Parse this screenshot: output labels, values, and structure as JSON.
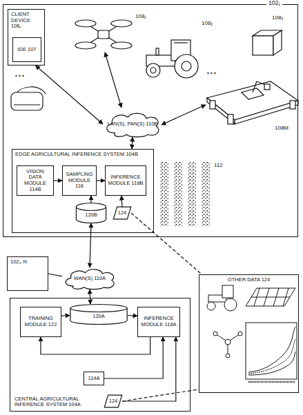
{
  "diagram": {
    "nodes": [
      {
        "text": [
          "102₁"
        ]
      },
      {
        "text": [
          "CLIENT DEVICE 106₁"
        ],
        "in": 0
      },
      {
        "text": [
          "IDE 107"
        ],
        "in": 1
      },
      {
        "text": [
          "LAN(S), PAN(S) 110B"
        ],
        "in": 0
      },
      {
        "text": [
          "EDGE AGRICULTURAL INFERENCE SYSTEM 104B"
        ],
        "in": 0
      },
      {
        "text": [
          "VISION DATA MODULE 114B"
        ],
        "in": 4
      },
      {
        "text": [
          "SAMPLING MODULE 116"
        ],
        "in": 4
      },
      {
        "text": [
          "INFERENCE MODULE 118B"
        ],
        "in": 4
      },
      {
        "text": [
          "120B"
        ],
        "in": 4
      },
      {
        "text": [
          "124"
        ],
        "in": 4
      },
      {
        "text": [
          "102₂₋N"
        ]
      },
      {
        "text": [
          "WAN(S) 110A"
        ]
      },
      {
        "text": [
          "CENTRAL AGRICULTURAL INFERENCE SYSTEM 104A"
        ]
      },
      {
        "text": [
          "TRAINING MODULE 122"
        ],
        "in": 12
      },
      {
        "text": [
          "120A"
        ],
        "in": 12
      },
      {
        "text": [
          "INFERENCE MODULE 118A"
        ],
        "in": 12
      },
      {
        "text": [
          "114A"
        ],
        "in": 12
      },
      {
        "text": [
          "124"
        ],
        "in": 12
      },
      {
        "text": [
          "OTHER DATA 124"
        ]
      }
    ],
    "edges": [
      {
        "from": 1,
        "to": 3,
        "arrow": "both"
      },
      {
        "from": 3,
        "to": 4,
        "arrow": "both"
      },
      {
        "from": 8,
        "to": 11,
        "arrow": "both"
      },
      {
        "from": 10,
        "to": 11,
        "arrow": "none"
      },
      {
        "from": 11,
        "to": 14,
        "arrow": "both"
      },
      {
        "from": 5,
        "to": 6,
        "arrow": "to"
      },
      {
        "from": 6,
        "to": 7,
        "arrow": "to"
      },
      {
        "from": 8,
        "to": 6,
        "arrow": "to"
      },
      {
        "from": 9,
        "to": 7,
        "arrow": "to"
      },
      {
        "from": 13,
        "to": 14,
        "arrow": "to"
      },
      {
        "from": 14,
        "to": 15,
        "arrow": "to"
      },
      {
        "from": 15,
        "to": 13,
        "arrow": "to"
      },
      {
        "from": 16,
        "to": 15,
        "arrow": "to"
      },
      {
        "from": 17,
        "to": 15,
        "arrow": "to"
      },
      {
        "from": 9,
        "to": 18,
        "arrow": "none"
      },
      {
        "from": 17,
        "to": 18,
        "arrow": "none"
      }
    ],
    "labels": [
      "108₁",
      "108₂",
      "108₃",
      "• • •",
      "108M",
      "• • •",
      "112"
    ]
  }
}
